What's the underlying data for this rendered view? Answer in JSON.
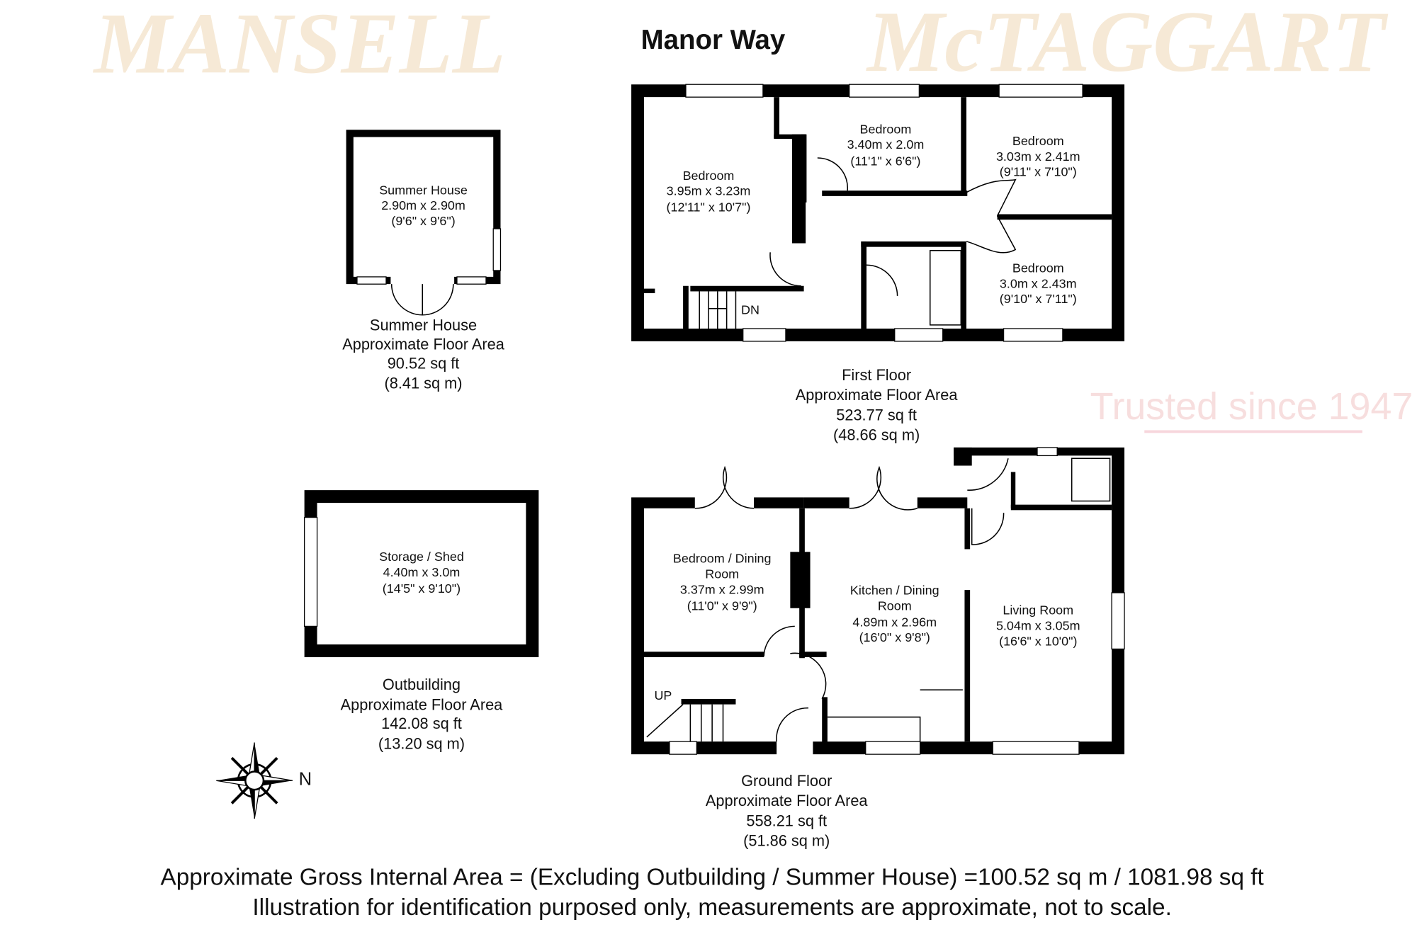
{
  "title": "Manor Way",
  "watermark": {
    "line1": "MANSELL",
    "line2": "McTAGGART",
    "tagline": "Trusted since 1947"
  },
  "summer_house": {
    "room": {
      "name": "Summer House",
      "metric": "2.90m x 2.90m",
      "imperial": "(9'6\" x 9'6\")"
    },
    "label": {
      "name": "Summer House",
      "caption": "Approximate Floor Area",
      "sqft": "90.52 sq ft",
      "sqm": "(8.41 sq m)"
    }
  },
  "outbuilding": {
    "room": {
      "name": "Storage / Shed",
      "metric": "4.40m x 3.0m",
      "imperial": "(14'5\" x 9'10\")"
    },
    "label": {
      "name": "Outbuilding",
      "caption": "Approximate Floor Area",
      "sqft": "142.08 sq ft",
      "sqm": "(13.20 sq m)"
    }
  },
  "first_floor": {
    "rooms": [
      {
        "name": "Bedroom",
        "metric": "3.95m x 3.23m",
        "imperial": "(12'11\" x 10'7\")"
      },
      {
        "name": "Bedroom",
        "metric": "3.40m x 2.0m",
        "imperial": "(11'1\" x 6'6\")"
      },
      {
        "name": "Bedroom",
        "metric": "3.03m x 2.41m",
        "imperial": "(9'11\" x 7'10\")"
      },
      {
        "name": "Bedroom",
        "metric": "3.0m x 2.43m",
        "imperial": "(9'10\" x 7'11\")"
      }
    ],
    "stairs_label": "DN",
    "label": {
      "name": "First Floor",
      "caption": "Approximate Floor Area",
      "sqft": "523.77 sq ft",
      "sqm": "(48.66 sq m)"
    }
  },
  "ground_floor": {
    "rooms": [
      {
        "name": "Bedroom / Dining",
        "name2": "Room",
        "metric": "3.37m x 2.99m",
        "imperial": "(11'0\" x 9'9\")"
      },
      {
        "name": "Kitchen / Dining",
        "name2": "Room",
        "metric": "4.89m x 2.96m",
        "imperial": "(16'0\" x 9'8\")"
      },
      {
        "name": "Living Room",
        "metric": "5.04m x 3.05m",
        "imperial": "(16'6\" x 10'0\")"
      }
    ],
    "stairs_label": "UP",
    "label": {
      "name": "Ground Floor",
      "caption": "Approximate Floor Area",
      "sqft": "558.21 sq ft",
      "sqm": "(51.86 sq m)"
    }
  },
  "compass": {
    "direction": "N",
    "icon": "compass-rose-icon"
  },
  "footer": {
    "line1": "Approximate Gross Internal Area = (Excluding Outbuilding / Summer House) =100.52 sq m / 1081.98 sq ft",
    "line2": "Illustration for identification purposed only, measurements are approximate, not to scale."
  }
}
